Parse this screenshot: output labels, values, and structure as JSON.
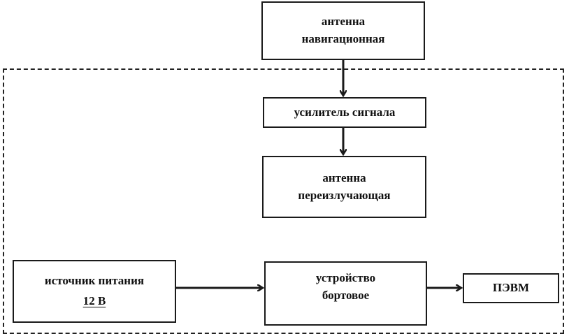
{
  "diagram": {
    "blocks": {
      "nav_antenna": "антенна\nнавигационная",
      "signal_amplifier": "усилитель сигнала",
      "reemitting_antenna": "антенна\nпереизлучающая",
      "power_source_line1": "источник питания",
      "power_source_line2": "12 В",
      "onboard_device": "устройство\nбортовое",
      "pc": "ПЭВМ"
    },
    "connections": [
      {
        "from": "антенна навигационная",
        "to": "усилитель сигнала"
      },
      {
        "from": "усилитель сигнала",
        "to": "антенна переизлучающая"
      },
      {
        "from": "источник питания 12 В",
        "to": "устройство бортовое"
      },
      {
        "from": "устройство бортовое",
        "to": "ПЭВМ"
      }
    ]
  }
}
